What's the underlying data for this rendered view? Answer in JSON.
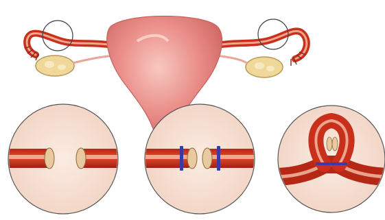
{
  "diagram": {
    "subject": "tubal-ligation-methods",
    "panels": [
      {
        "id": "cut",
        "method": "cut-separated-ends"
      },
      {
        "id": "clips",
        "method": "ends-sealed-with-bands"
      },
      {
        "id": "loop",
        "method": "loop-tied-with-band"
      }
    ],
    "colors": {
      "uterus": "#e98585",
      "uterus_dark": "#c95a58",
      "tube_outer": "#c8301c",
      "tube_inner": "#f5bfa8",
      "ovary": "#f0dca0",
      "circle_fill": "#f7e3d7",
      "band": "#3b3aa8"
    }
  }
}
